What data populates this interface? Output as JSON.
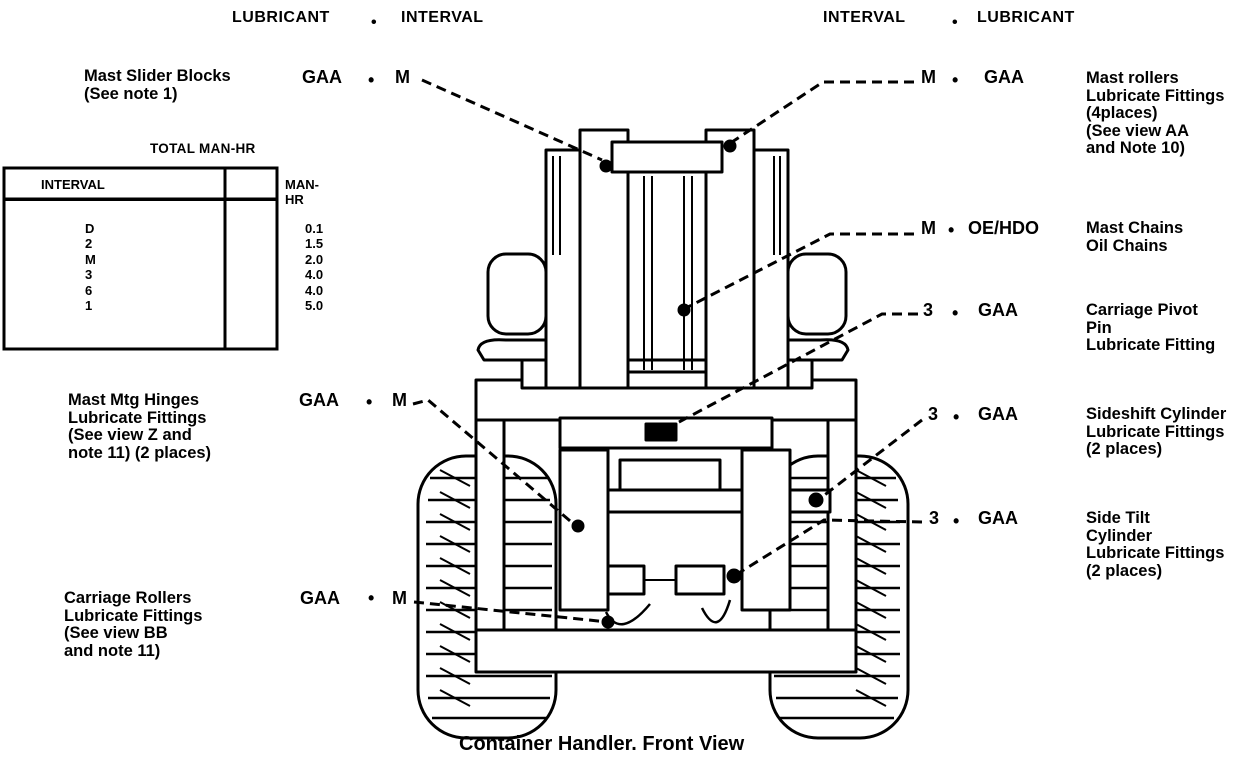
{
  "headers": {
    "left_lubricant": "LUBRICANT",
    "left_dot": "•",
    "left_interval": "INTERVAL",
    "right_interval": "INTERVAL",
    "right_dot": "•",
    "right_lubricant": "LUBRICANT"
  },
  "table": {
    "title": "TOTAL MAN-HR",
    "col_interval": "INTERVAL",
    "col_manhr": "MAN-HR",
    "rows": [
      {
        "interval": "D",
        "manhr": "0.1"
      },
      {
        "interval": "2",
        "manhr": "1.5"
      },
      {
        "interval": "M",
        "manhr": "2.0"
      },
      {
        "interval": "3",
        "manhr": "4.0"
      },
      {
        "interval": "6",
        "manhr": "4.0"
      },
      {
        "interval": "1",
        "manhr": "5.0"
      }
    ]
  },
  "left_callouts": [
    {
      "label": "Mast Slider Blocks\n(See note 1)",
      "lubricant": "GAA",
      "sep": "•",
      "interval": "M"
    },
    {
      "label": "Mast Mtg Hinges\nLubricate Fittings\n(See view Z and\nnote 11) (2 places)",
      "lubricant": "GAA",
      "sep": "•",
      "interval": "M"
    },
    {
      "label": "Carriage Rollers\nLubricate Fittings\n(See view BB\nand note 11)",
      "lubricant": "GAA",
      "sep": "•",
      "interval": "M"
    }
  ],
  "right_callouts": [
    {
      "interval": "M",
      "sep": "•",
      "lubricant": "GAA",
      "label": "Mast rollers\nLubricate Fittings\n(4places)\n(See view AA\nand Note 10)"
    },
    {
      "interval": "M",
      "sep": "•",
      "lubricant": "OE/HDO",
      "label": "Mast Chains\nOil Chains"
    },
    {
      "interval": "3",
      "sep": "•",
      "lubricant": "GAA",
      "label": "Carriage Pivot\nPin\nLubricate Fitting"
    },
    {
      "interval": "3",
      "sep": "•",
      "lubricant": "GAA",
      "label": "Sideshift Cylinder\nLubricate Fittings\n(2 places)"
    },
    {
      "interval": "3",
      "sep": "•",
      "lubricant": "GAA",
      "label": "Side Tilt\nCylinder\nLubricate Fittings\n(2 places)"
    }
  ],
  "caption": "Container Handler. Front View"
}
